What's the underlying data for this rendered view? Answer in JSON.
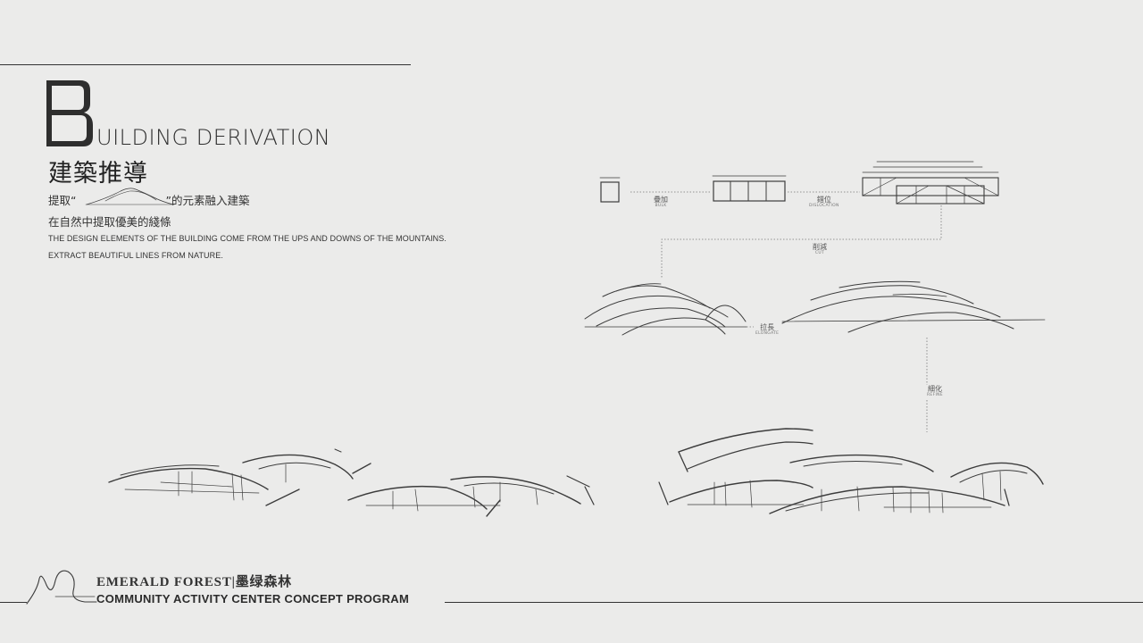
{
  "header": {
    "title_letter": "B",
    "title_en_rest": "UILDING DERIVATION",
    "title_cn": "建築推導",
    "intro_cn_before": "提取“",
    "intro_cn_after": "”的元素融入建築",
    "intro_cn_line2": "在自然中提取優美的綫條",
    "intro_en_line1": "THE DESIGN ELEMENTS OF THE BUILDING COME FROM THE UPS AND DOWNS OF THE MOUNTAINS.",
    "intro_en_line2": "EXTRACT BEAUTIFUL LINES FROM NATURE."
  },
  "diagram": {
    "steps": [
      {
        "cn": "疊加",
        "en": "BULK"
      },
      {
        "cn": "錯位",
        "en": "DISLOCATION"
      },
      {
        "cn": "削減",
        "en": "CUT"
      },
      {
        "cn": "拉長",
        "en": "ELONGATE"
      },
      {
        "cn": "細化",
        "en": "REFINE"
      }
    ]
  },
  "footer": {
    "brand": "EMERALD FOREST|墨绿森林",
    "subtitle": "COMMUNITY ACTIVITY CENTER CONCEPT PROGRAM"
  },
  "colors": {
    "background": "#ebebea",
    "ink": "#2b2b2b"
  }
}
